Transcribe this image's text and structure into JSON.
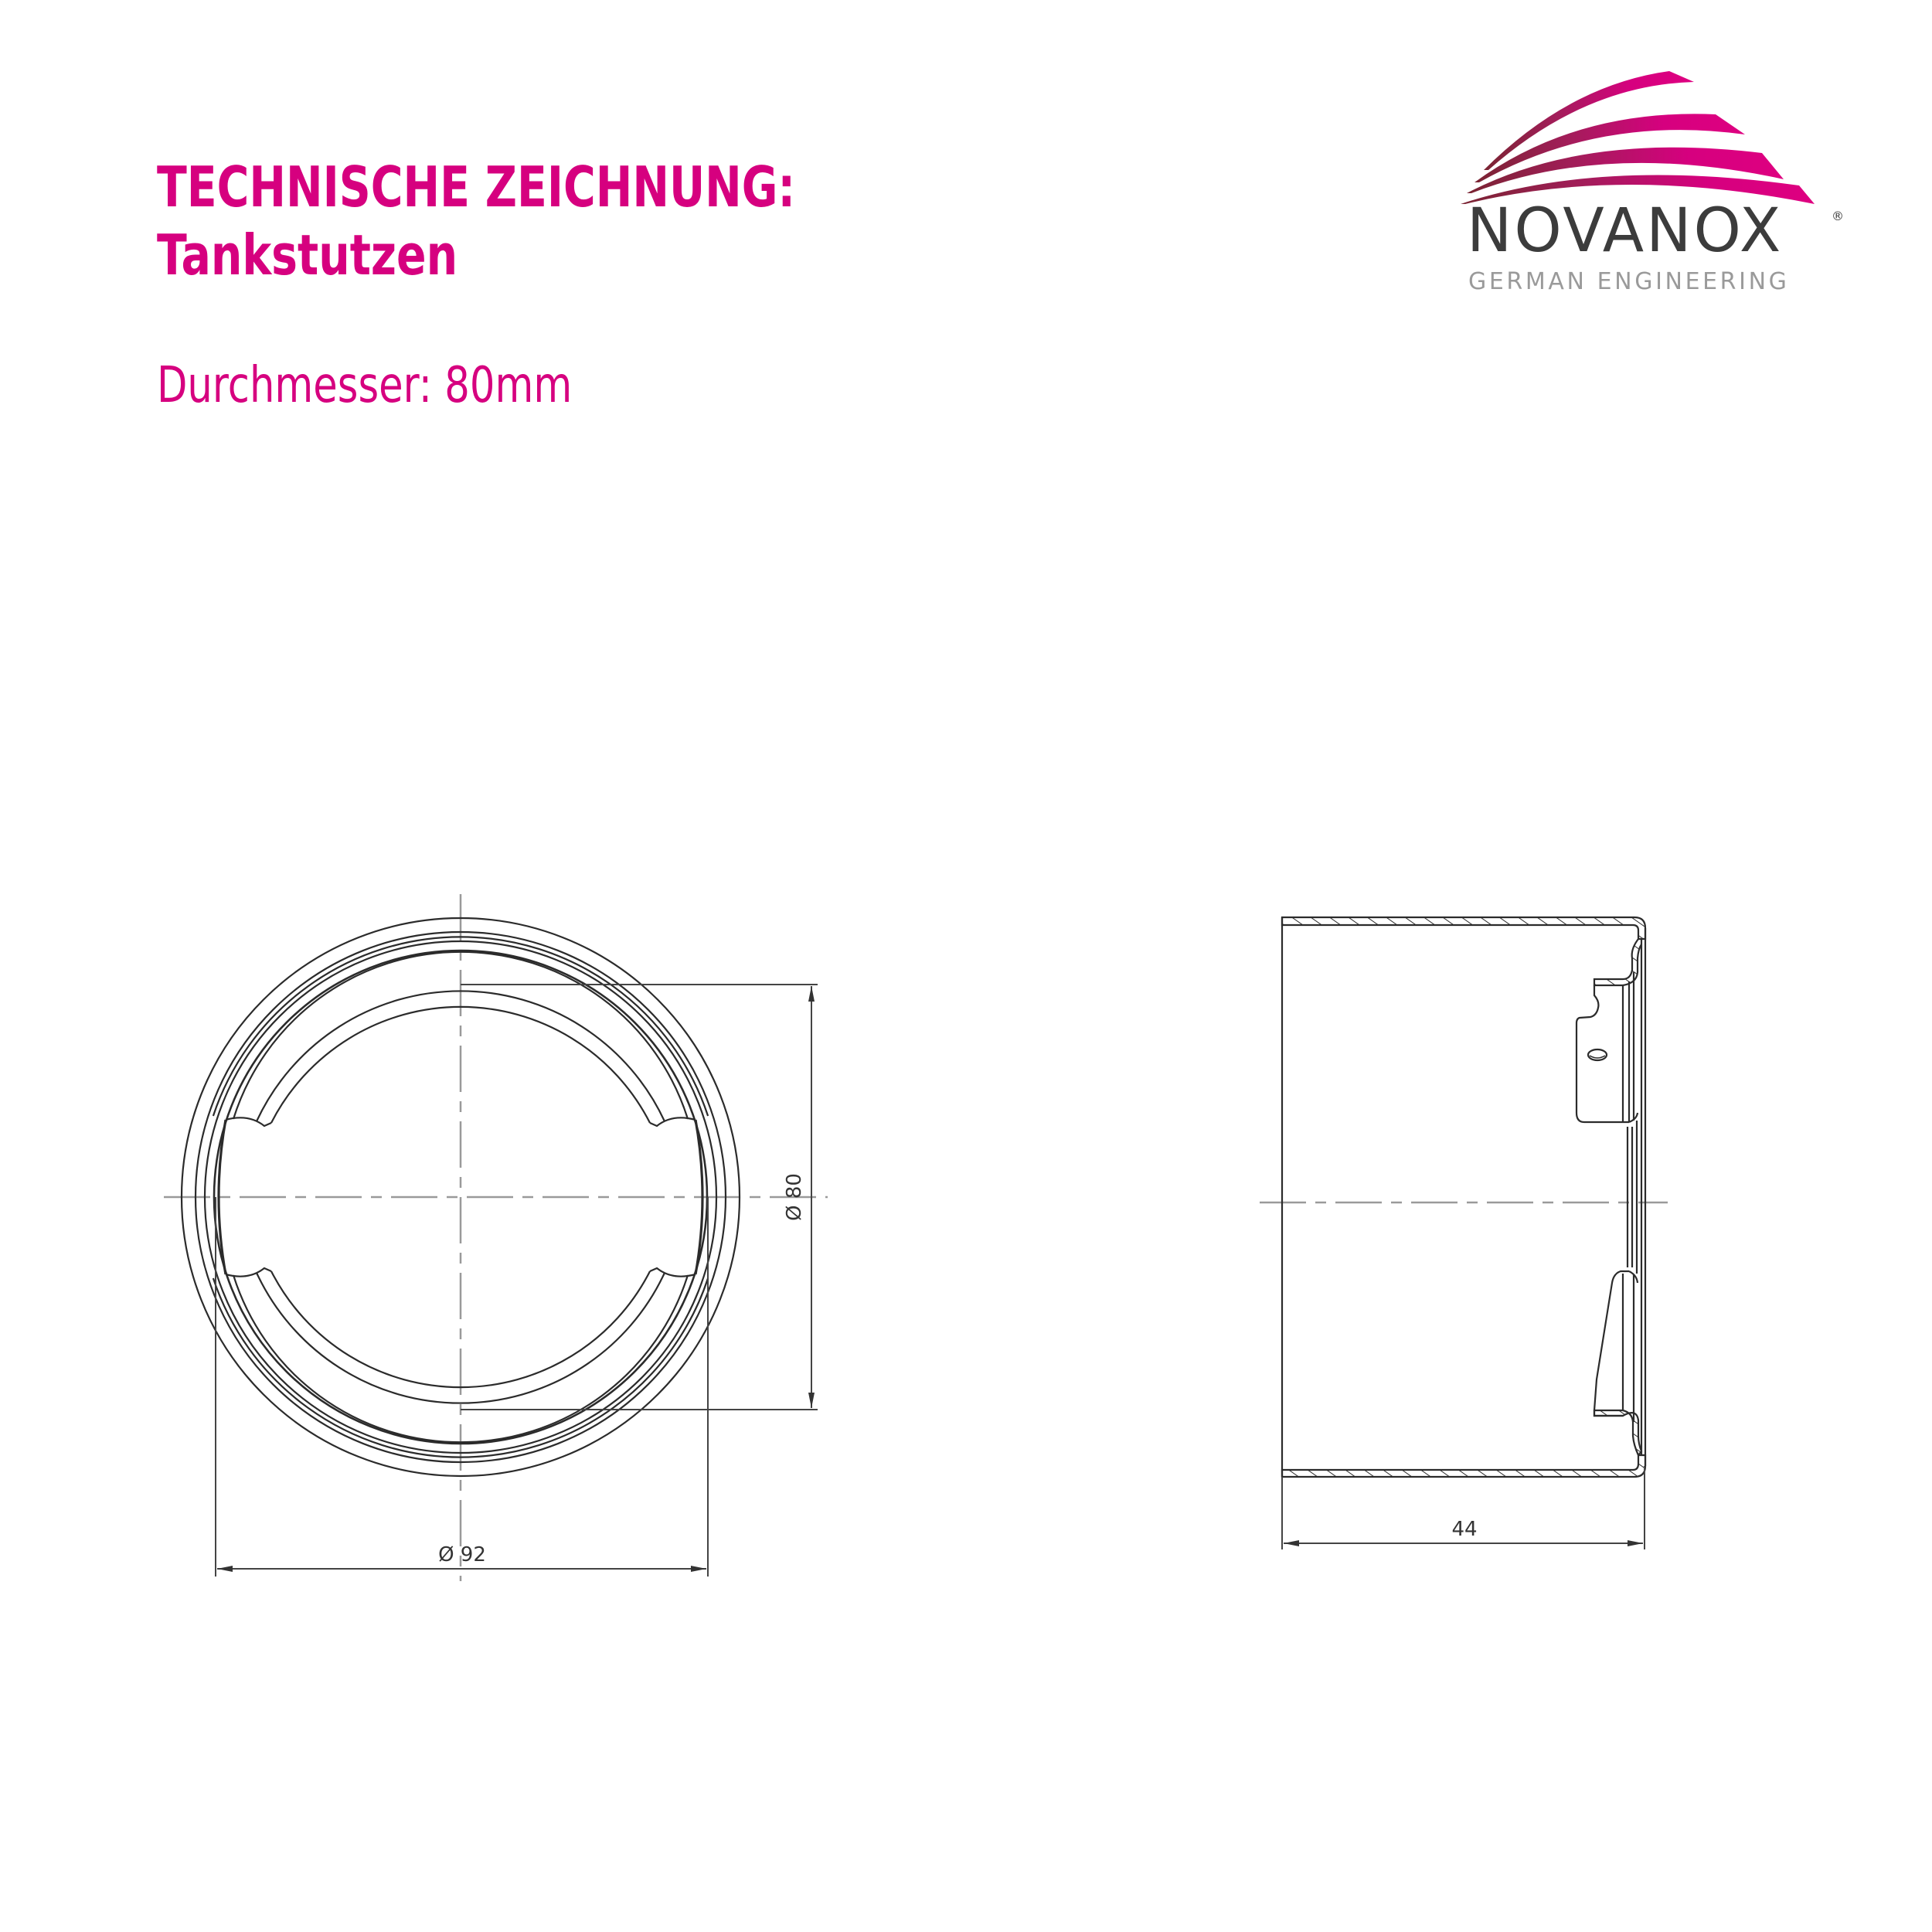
{
  "header": {
    "title_line1": "TECHNISCHE ZEICHNUNG:",
    "title_line2": "Tankstutzen",
    "subtitle": "Durchmesser: 80mm",
    "accent_color": "#d6007f"
  },
  "logo": {
    "wordmark": "NOVANOX",
    "registered_mark": "®",
    "tagline": "GERMAN ENGINEERING",
    "wordmark_color": "#3c3c3c",
    "tagline_color": "#9a9a9a",
    "swoosh_gradient": [
      "#7a2432",
      "#d6007f"
    ]
  },
  "drawing": {
    "front_view": {
      "name": "Front view (circular)",
      "dimensions": {
        "outer_diameter_label": "Ø 92",
        "inner_diameter_label": "Ø 80"
      }
    },
    "side_view": {
      "name": "Side section view",
      "dimensions": {
        "length_label": "44"
      }
    },
    "line_color": "#2b2b2b",
    "centerline_color": "#9a9a9a"
  }
}
